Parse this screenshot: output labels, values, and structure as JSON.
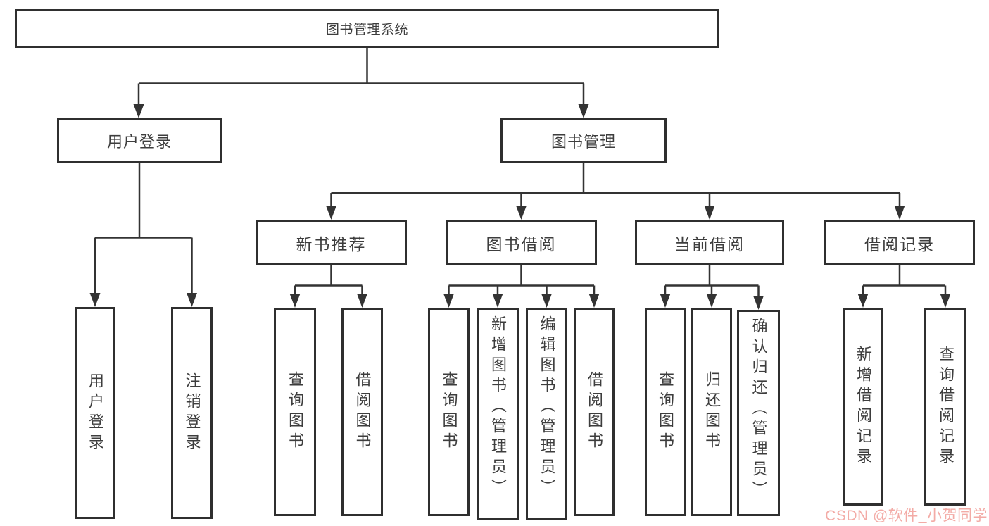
{
  "diagram_type": "functional-structure-tree",
  "tree": {
    "label": "图书管理系统",
    "children": [
      {
        "label": "用户登录",
        "children": [
          {
            "label": "用户登录"
          },
          {
            "label": "注销登录"
          }
        ]
      },
      {
        "label": "图书管理",
        "children": [
          {
            "label": "新书推荐",
            "children": [
              {
                "label": "查询图书"
              },
              {
                "label": "借阅图书"
              }
            ]
          },
          {
            "label": "图书借阅",
            "children": [
              {
                "label": "查询图书"
              },
              {
                "label": "新增图书（管理员）"
              },
              {
                "label": "编辑图书（管理员）"
              },
              {
                "label": "借阅图书"
              }
            ]
          },
          {
            "label": "当前借阅",
            "children": [
              {
                "label": "查询图书"
              },
              {
                "label": "归还图书"
              },
              {
                "label": "确认归还（管理员）"
              }
            ]
          },
          {
            "label": "借阅记录",
            "children": [
              {
                "label": "新增借阅记录"
              },
              {
                "label": "查询借阅记录"
              }
            ]
          }
        ]
      }
    ]
  },
  "watermark": {
    "text": "CSDN @软件_小贺同学",
    "color": "#f3aba6"
  },
  "colors": {
    "background": "#ffffff",
    "line": "#333333",
    "box_border": "#2f2f2f",
    "text": "#3d3d3d",
    "watermark": "#f3aba6"
  }
}
